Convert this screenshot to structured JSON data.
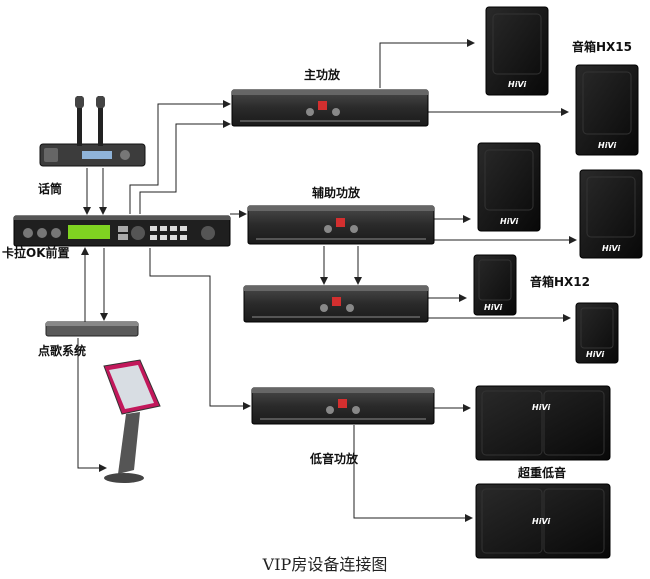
{
  "labels": {
    "microphone": "话筒",
    "karaoke_preamp": "卡拉OK前置",
    "song_system": "点歌系统",
    "main_amp": "主功放",
    "aux_amp": "辅助功放",
    "bass_amp": "低音功放",
    "speaker_hx15": "音箱HX15",
    "speaker_hx12": "音箱HX12",
    "subwoofer": "超重低音"
  },
  "brand_text": "HiVi",
  "caption": "VIP房设备连接图",
  "colors": {
    "line": "#222222",
    "device_dark": "#2b2b2b",
    "speaker_black": "#141414",
    "preamp_display": "#7fd321",
    "touch_frame": "#c2185b"
  }
}
